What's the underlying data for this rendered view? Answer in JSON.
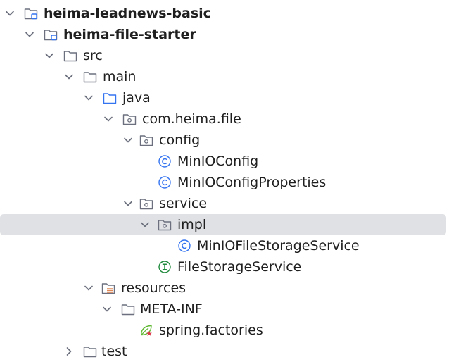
{
  "tree": {
    "items": [
      {
        "label": "heima-leadnews-basic",
        "kind": "module",
        "expanded": true,
        "bold": true
      },
      {
        "label": "heima-file-starter",
        "kind": "module",
        "expanded": true,
        "bold": true
      },
      {
        "label": "src",
        "kind": "folder",
        "expanded": true
      },
      {
        "label": "main",
        "kind": "folder",
        "expanded": true
      },
      {
        "label": "java",
        "kind": "source-root",
        "expanded": true
      },
      {
        "label": "com.heima.file",
        "kind": "package",
        "expanded": true
      },
      {
        "label": "config",
        "kind": "package",
        "expanded": true
      },
      {
        "label": "MinIOConfig",
        "kind": "class"
      },
      {
        "label": "MinIOConfigProperties",
        "kind": "class"
      },
      {
        "label": "service",
        "kind": "package",
        "expanded": true
      },
      {
        "label": "impl",
        "kind": "package",
        "expanded": true,
        "selected": true
      },
      {
        "label": "MinIOFileStorageService",
        "kind": "class"
      },
      {
        "label": "FileStorageService",
        "kind": "interface"
      },
      {
        "label": "resources",
        "kind": "resources-root",
        "expanded": true
      },
      {
        "label": "META-INF",
        "kind": "folder",
        "expanded": true
      },
      {
        "label": "spring.factories",
        "kind": "spring-file"
      },
      {
        "label": "test",
        "kind": "folder",
        "expanded": false
      }
    ]
  },
  "colors": {
    "folder_stroke": "#6c707e",
    "module_accent": "#3574f0",
    "class_blue": "#3574f0",
    "interface_green": "#208a3c",
    "resources_orange": "#e08855",
    "spring_green": "#5fb832",
    "spring_red": "#db3b4b",
    "selection": "#dfe1e5"
  }
}
